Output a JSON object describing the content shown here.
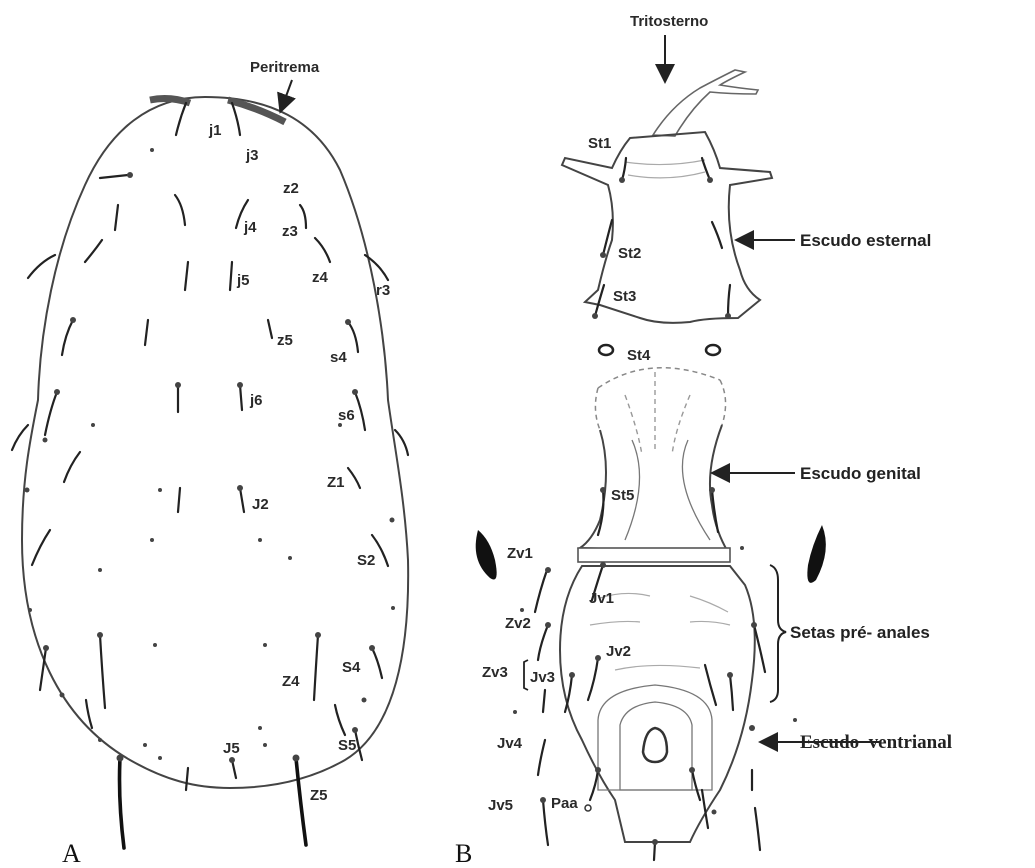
{
  "panels": {
    "a": "A",
    "b": "B"
  },
  "dorsal_labels": {
    "peritrema": "Peritrema",
    "j1": "j1",
    "j3": "j3",
    "z2": "z2",
    "j4": "j4",
    "z3": "z3",
    "j5": "j5",
    "z4": "z4",
    "r3": "r3",
    "z5": "z5",
    "s4": "s4",
    "j6": "j6",
    "s6": "s6",
    "Z1": "Z1",
    "J2": "J2",
    "S2": "S2",
    "Z4": "Z4",
    "S4": "S4",
    "J5": "J5",
    "S5": "S5",
    "Z5": "Z5"
  },
  "ventral_labels": {
    "tritosterno": "Tritosterno",
    "st1": "St1",
    "st2": "St2",
    "st3": "St3",
    "st4": "St4",
    "st5": "St5",
    "zv1": "Zv1",
    "jv1": "Jv1",
    "zv2": "Zv2",
    "jv2": "Jv2",
    "zv3": "Zv3",
    "jv3": "Jv3",
    "jv4": "Jv4",
    "jv5": "Jv5",
    "paa": "Paa"
  },
  "annotations": {
    "escudo_esternal": "Escudo esternal",
    "escudo_genital": "Escudo genital",
    "setas_pre_anales": "Setas pré- anales",
    "escudo_ventrianal": "Escudo  ventrianal"
  }
}
